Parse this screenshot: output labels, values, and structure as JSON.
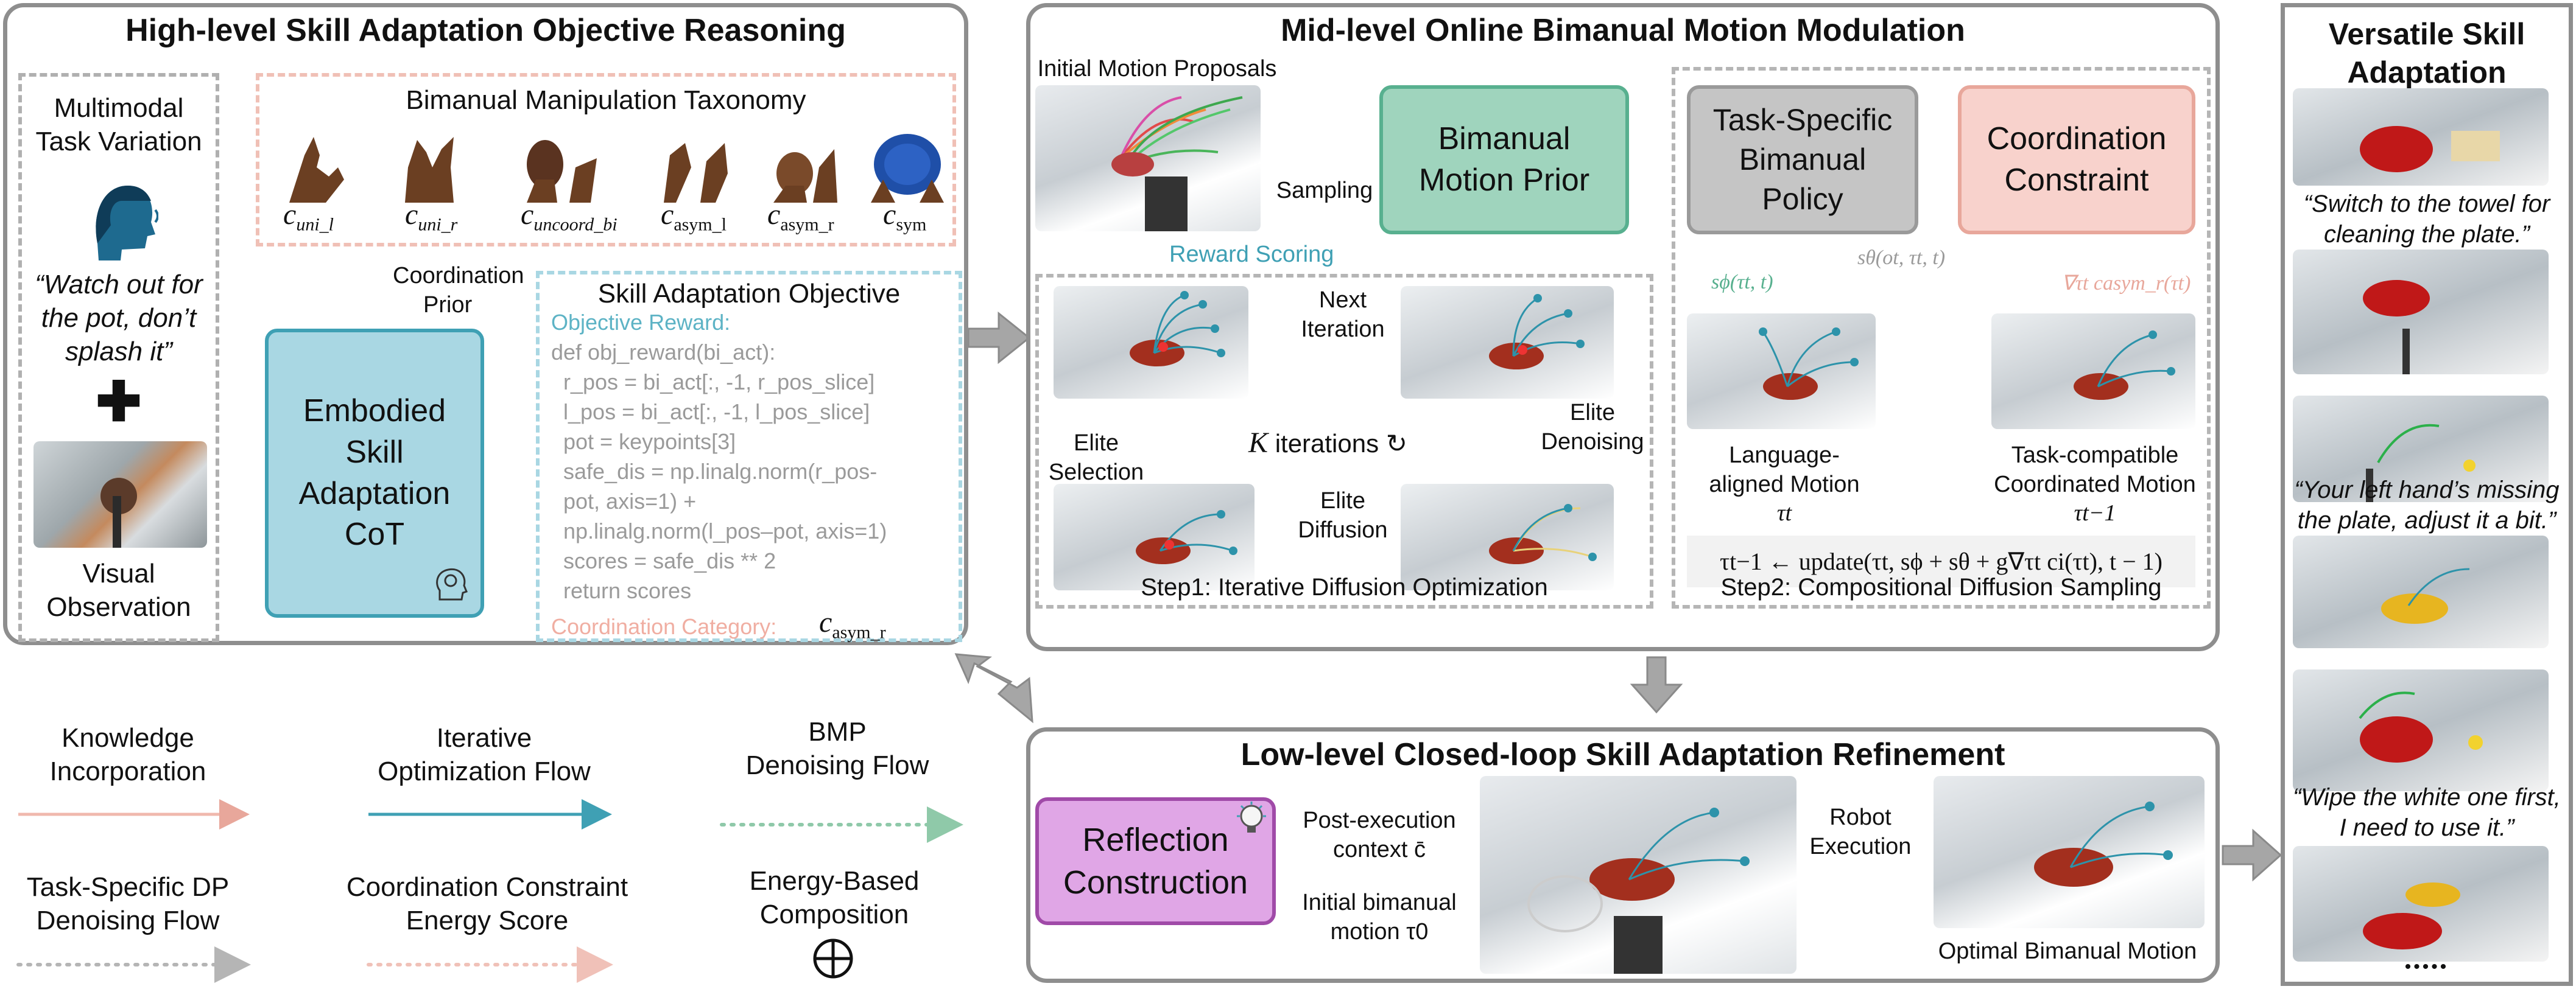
{
  "high": {
    "title": "High-level Skill Adaptation Objective Reasoning",
    "multimodal": [
      "Multimodal",
      "Task Variation"
    ],
    "quote": [
      "“Watch out for",
      "the pot, don’t",
      "splash it”"
    ],
    "visual": [
      "Visual",
      "Observation"
    ],
    "taxonomy_title": "Bimanual Manipulation Taxonomy",
    "taxonomy": [
      {
        "base": "c",
        "sub": "uni_l"
      },
      {
        "base": "c",
        "sub": "uni_r"
      },
      {
        "base": "c",
        "sub": "uncoord_bi"
      },
      {
        "base": "c",
        "sub": "asym_l"
      },
      {
        "base": "c",
        "sub": "asym_r"
      },
      {
        "base": "c",
        "sub": "sym"
      }
    ],
    "coord_prior": [
      "Coordination",
      "Prior"
    ],
    "cot": [
      "Embodied",
      "Skill",
      "Adaptation",
      "CoT"
    ],
    "objective_title": "Skill Adaptation Objective",
    "objective_reward": "Objective Reward:",
    "code": [
      "def obj_reward(bi_act):",
      "  r_pos = bi_act[:, -1, r_pos_slice]",
      "  l_pos = bi_act[:, -1, l_pos_slice]",
      "  pot = keypoints[3]",
      "  safe_dis = np.linalg.norm(r_pos-",
      "  pot, axis=1) +",
      "  np.linalg.norm(l_pos–pot, axis=1)",
      "  scores = safe_dis ** 2",
      "  return scores"
    ],
    "coord_category": "Coordination Category:",
    "coord_category_value": {
      "base": "c",
      "sub": "asym_r"
    }
  },
  "mid": {
    "title": "Mid-level Online Bimanual Motion Modulation",
    "initial": "Initial Motion Proposals",
    "sampling": "Sampling",
    "bmp": [
      "Bimanual",
      "Motion Prior"
    ],
    "policy": [
      "Task-Specific",
      "Bimanual",
      "Policy"
    ],
    "constraint": [
      "Coordination",
      "Constraint"
    ],
    "reward_scoring": "Reward Scoring",
    "next_iteration": [
      "Next",
      "Iteration"
    ],
    "elite_selection": [
      "Elite",
      "Selection"
    ],
    "k_iterations": "iterations",
    "k_symbol": "K",
    "elite_denoising": [
      "Elite",
      "Denoising"
    ],
    "elite_diffusion": [
      "Elite",
      "Diffusion"
    ],
    "step1": "Step1: Iterative Diffusion Optimization",
    "s_phi": "sϕ(τt, t)",
    "s_theta": "sθ(ot, τt, t)",
    "grad_c": "∇τt casym_r(τt)",
    "lang_motion": [
      "Language-",
      "aligned Motion",
      "τt"
    ],
    "task_motion": [
      "Task-compatible",
      "Coordinated Motion",
      "τt−1"
    ],
    "update_eq": "τt−1 ← update(τt, sϕ + sθ + g∇τt ci(τt), t − 1)",
    "step2": "Step2: Compositional Diffusion Sampling"
  },
  "low": {
    "title": "Low-level Closed-loop Skill Adaptation Refinement",
    "reflection": [
      "Reflection",
      "Construction"
    ],
    "post_exec": [
      "Post-execution",
      "context c̄"
    ],
    "initial_motion": [
      "Initial bimanual",
      "motion τ0"
    ],
    "robot_exec": [
      "Robot",
      "Execution"
    ],
    "optimal": "Optimal Bimanual Motion"
  },
  "versatile": {
    "title": [
      "Versatile Skill",
      "Adaptation"
    ],
    "q1": [
      "“Switch to the towel for",
      "cleaning the plate.”"
    ],
    "q2": [
      "“Your left hand’s missing",
      "the plate, adjust it a bit.”"
    ],
    "q3": [
      "“Wipe the white one first,",
      "I need to use it.”"
    ],
    "dots": "•••••"
  },
  "legend": {
    "knowledge": [
      "Knowledge",
      "Incorporation"
    ],
    "iterative": [
      "Iterative",
      "Optimization Flow"
    ],
    "bmp_denoise": [
      "BMP",
      "Denoising Flow"
    ],
    "dp_denoise": [
      "Task-Specific DP",
      "Denoising Flow"
    ],
    "energy": [
      "Coordination Constraint",
      "Energy Score"
    ],
    "composition": [
      "Energy-Based",
      "Composition"
    ]
  },
  "colors": {
    "pink": "#e8a79b",
    "teal": "#3fa0b4",
    "green_dot": "#8fc9a9",
    "gray_dot": "#b5b5b5",
    "bmp_fill": "#9fd4bd",
    "bmp_border": "#58b08f",
    "policy_fill": "#c5c5c5",
    "constraint_fill": "#f8d2cc",
    "cot_fill": "#a9d7e3",
    "reflection_fill": "#e0a6e6"
  }
}
